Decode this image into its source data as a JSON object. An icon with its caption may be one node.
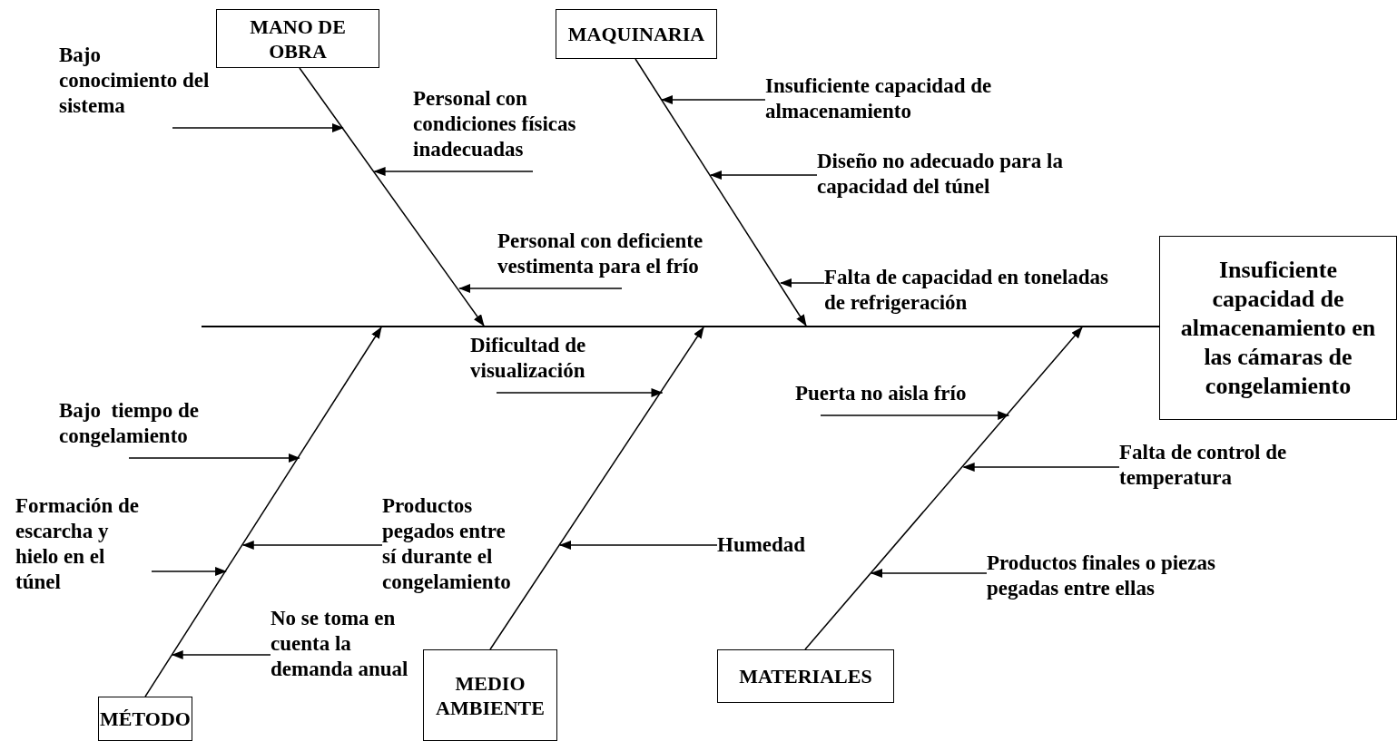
{
  "diagram": {
    "nodes": [
      {
        "text": [
          "MANO DE OBRA"
        ]
      },
      {
        "text": [
          "MAQUINARIA"
        ]
      },
      {
        "text": [
          "Insuficiente capacidad de almacenamiento en las cámaras de congelamiento"
        ]
      },
      {
        "text": [
          "MÉTODO"
        ]
      },
      {
        "text": [
          "MEDIO AMBIENTE"
        ]
      },
      {
        "text": [
          "MATERIALES"
        ]
      },
      {
        "text": [
          "Bajo conocimiento del sistema"
        ]
      },
      {
        "text": [
          "Personal con condiciones físicas inadecuadas"
        ]
      },
      {
        "text": [
          "Personal con deficiente vestimenta para el frío"
        ]
      },
      {
        "text": [
          "Insuficiente capacidad de almacenamiento"
        ]
      },
      {
        "text": [
          "Diseño no adecuado para la capacidad del túnel"
        ]
      },
      {
        "text": [
          "Falta de capacidad en toneladas de refrigeración"
        ]
      },
      {
        "text": [
          "Bajo  tiempo de congelamiento"
        ]
      },
      {
        "text": [
          "Formación de escarcha y hielo en el túnel"
        ]
      },
      {
        "text": [
          "Productos pegados entre sí durante el congelamiento"
        ]
      },
      {
        "text": [
          "No se toma en cuenta la demanda anual"
        ]
      },
      {
        "text": [
          "Dificultad de visualización"
        ]
      },
      {
        "text": [
          "Humedad"
        ]
      },
      {
        "text": [
          "Puerta no aisla frío"
        ]
      },
      {
        "text": [
          "Falta de control de temperatura"
        ]
      },
      {
        "text": [
          "Productos finales o piezas pegadas entre ellas"
        ]
      },
      {
        "text": [],
        "shape": "bar"
      }
    ],
    "edges": [
      {
        "from": 0,
        "to": 21,
        "arrow": "to"
      },
      {
        "from": 1,
        "to": 21,
        "arrow": "to"
      },
      {
        "from": 3,
        "to": 21,
        "arrow": "to"
      },
      {
        "from": 4,
        "to": 21,
        "arrow": "to"
      },
      {
        "from": 5,
        "to": 21,
        "arrow": "to"
      },
      {
        "from": 6,
        "to": null,
        "arrow": "to"
      },
      {
        "from": 7,
        "to": null,
        "arrow": "to"
      },
      {
        "from": 8,
        "to": null,
        "arrow": "to"
      },
      {
        "from": 9,
        "to": null,
        "arrow": "to"
      },
      {
        "from": 10,
        "to": null,
        "arrow": "to"
      },
      {
        "from": 11,
        "to": null,
        "arrow": "to"
      },
      {
        "from": 12,
        "to": null,
        "arrow": "to"
      },
      {
        "from": 13,
        "to": null,
        "arrow": "to"
      },
      {
        "from": 14,
        "to": null,
        "arrow": "to"
      },
      {
        "from": 15,
        "to": null,
        "arrow": "to"
      },
      {
        "from": 16,
        "to": null,
        "arrow": "to"
      },
      {
        "from": 17,
        "to": null,
        "arrow": "to"
      },
      {
        "from": 18,
        "to": null,
        "arrow": "to"
      },
      {
        "from": 19,
        "to": null,
        "arrow": "to"
      },
      {
        "from": 20,
        "to": null,
        "arrow": "to"
      }
    ]
  }
}
